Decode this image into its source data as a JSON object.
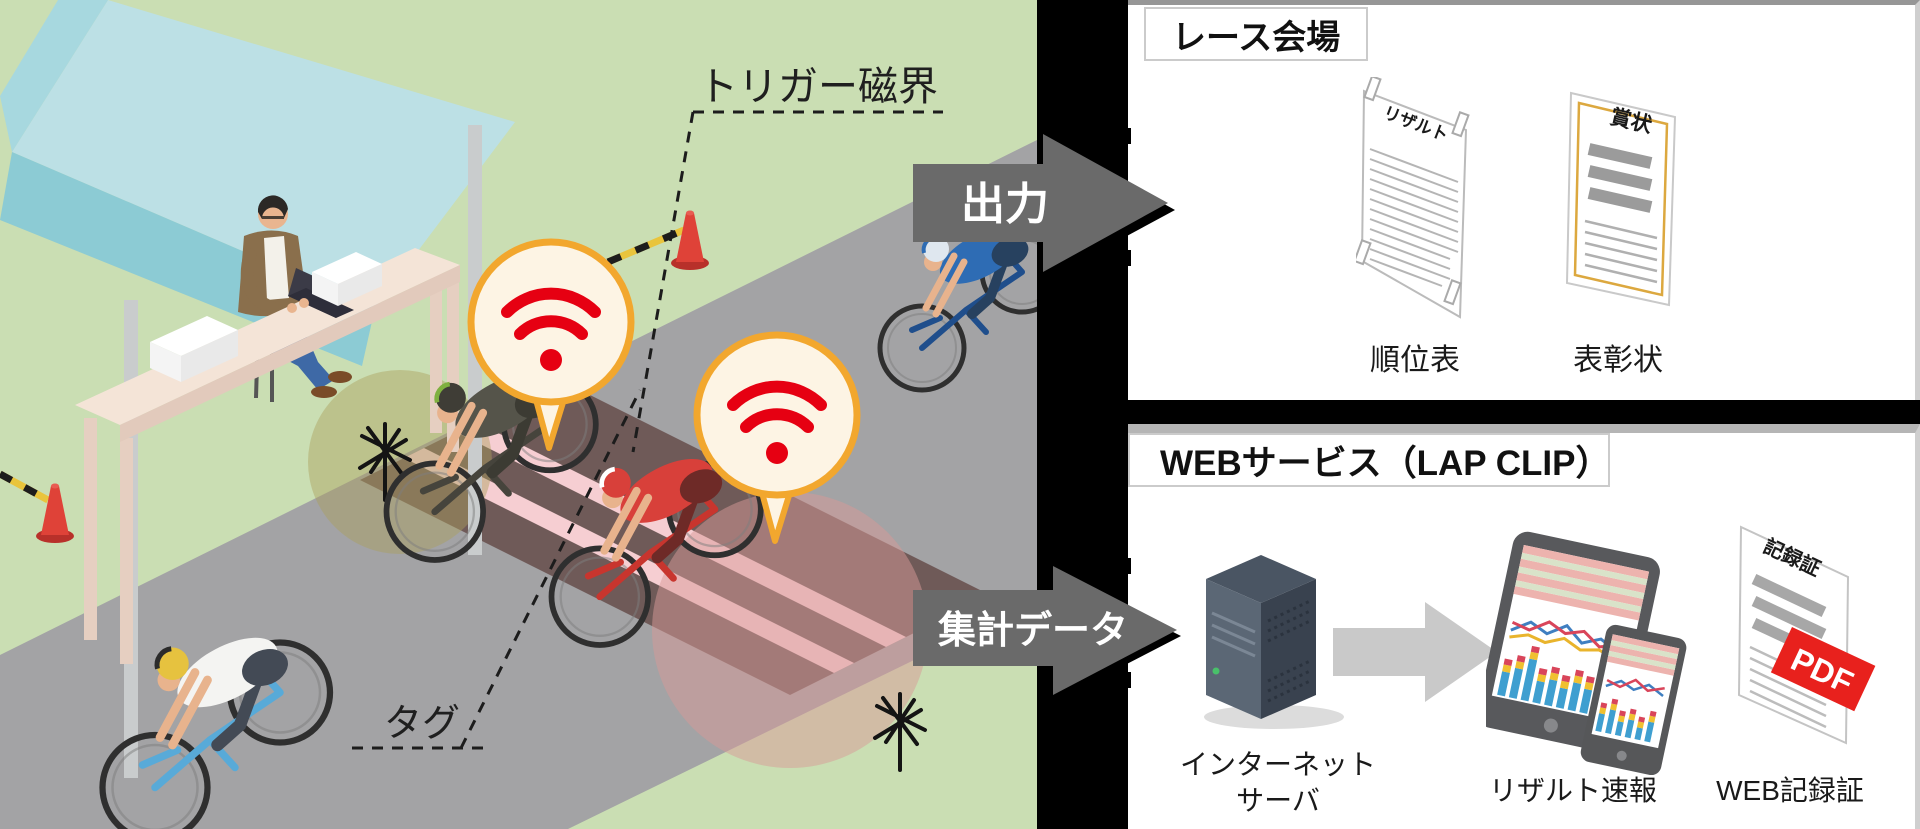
{
  "scene": {
    "trigger_field_label": "トリガー磁界",
    "tag_label": "タグ"
  },
  "arrows": {
    "output_label": "出力",
    "aggregate_label": "集計データ"
  },
  "race_panel": {
    "title": "レース会場",
    "documents": [
      {
        "doc_title": "リザルト",
        "caption": "順位表"
      },
      {
        "doc_title": "賞状",
        "caption": "表彰状"
      }
    ]
  },
  "web_panel": {
    "title": "WEBサービス（LAP CLIP）",
    "server_label_line1": "インターネット",
    "server_label_line2": "サーバ",
    "result_caption": "リザルト速報",
    "pdf_caption": "WEB記録証",
    "pdf_doc_title": "記録証",
    "pdf_badge": "PDF"
  },
  "colors": {
    "grass": "#cadeb3",
    "road": "#a3a3a5",
    "timing_mat": "#6f5a58",
    "mat_stripe_pink": "#f6ced2",
    "bubble_border_orange": "#f2a72e",
    "bubble_fill": "#fdf4e4",
    "wifi_red": "#e60012",
    "arrow_gray": "#6a6a6a",
    "pdf_red": "#e8211d",
    "certificate_gold": "#dca83f",
    "panel_bg": "#ffffff",
    "background": "#000000"
  }
}
